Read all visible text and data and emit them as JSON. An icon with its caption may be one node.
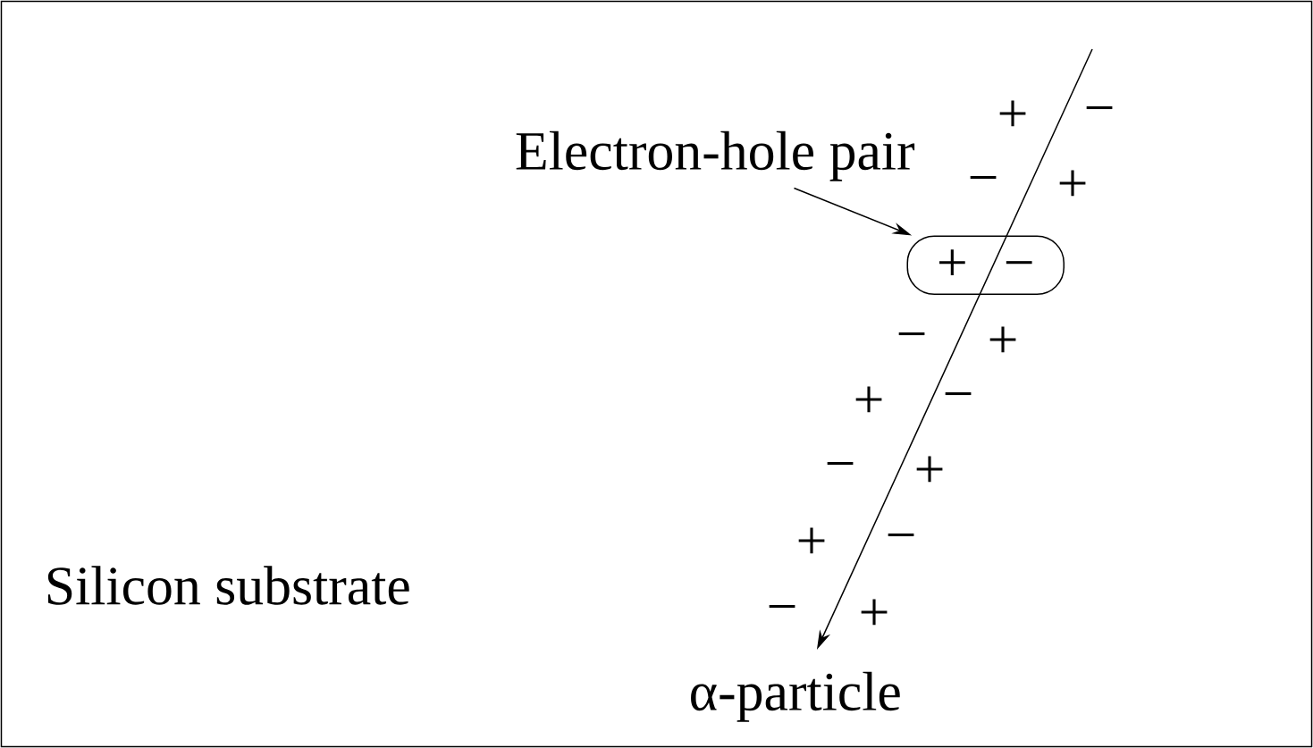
{
  "diagram": {
    "nodes": [
      {
        "text": [
          "Silicon substrate"
        ]
      },
      {
        "text": [
          "Electron-hole pair"
        ],
        "in": 0
      },
      {
        "text": [
          "+",
          "−"
        ],
        "in": 0
      },
      {
        "text": [
          "α-particle"
        ],
        "in": 0
      }
    ],
    "edges": [
      {
        "from": 1,
        "to": 2,
        "arrow": "to"
      },
      {
        "from": null,
        "to": 3,
        "arrow": "to"
      }
    ],
    "labels": [
      "+",
      "−",
      "−",
      "+",
      "−",
      "+",
      "+",
      "−",
      "−",
      "+",
      "+",
      "−",
      "−",
      "+"
    ]
  }
}
